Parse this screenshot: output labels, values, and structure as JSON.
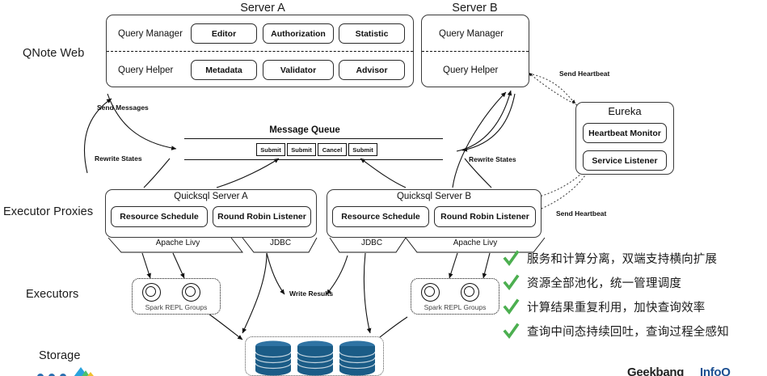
{
  "diagram": {
    "title": "QNote / Quicksql distributed query architecture",
    "layers": [
      {
        "id": "qnote-web",
        "label": "QNote Web"
      },
      {
        "id": "executor-proxies",
        "label": "Executor Proxies"
      },
      {
        "id": "executors",
        "label": "Executors"
      },
      {
        "id": "storage",
        "label": "Storage"
      }
    ],
    "web_servers": [
      {
        "id": "server-a",
        "title": "Server A",
        "rows": [
          {
            "label": "Query Manager",
            "modules": [
              "Editor",
              "Authorization",
              "Statistic"
            ]
          },
          {
            "label": "Query Helper",
            "modules": [
              "Metadata",
              "Validator",
              "Advisor"
            ]
          }
        ]
      },
      {
        "id": "server-b",
        "title": "Server B",
        "rows": [
          {
            "label": "Query Manager",
            "modules": []
          },
          {
            "label": "Query Helper",
            "modules": []
          }
        ]
      }
    ],
    "message_queue": {
      "title": "Message Queue",
      "chips": [
        "Submit",
        "Submit",
        "Cancel",
        "Submit"
      ]
    },
    "eureka": {
      "title": "Eureka",
      "modules": [
        "Heartbeat Monitor",
        "Service Listener"
      ]
    },
    "proxies": [
      {
        "id": "quicksql-server-a",
        "title": "Quicksql Server A",
        "modules": [
          "Resource Schedule",
          "Round Robin Listener"
        ],
        "connectors": [
          "Apache Livy",
          "JDBC"
        ]
      },
      {
        "id": "quicksql-server-b",
        "title": "Quicksql Server B",
        "modules": [
          "Resource Schedule",
          "Round Robin Listener"
        ],
        "connectors": [
          "JDBC",
          "Apache Livy"
        ]
      }
    ],
    "executor_groups": [
      {
        "id": "repl-left",
        "label": "Spark REPL Groups",
        "nodes": 2
      },
      {
        "id": "repl-right",
        "label": "Spark REPL Groups",
        "nodes": 2
      }
    ],
    "storage": {
      "databases": 3
    },
    "edge_labels": {
      "send_messages": "Send Messages",
      "rewrite_states_left": "Rewrite States",
      "rewrite_states_right": "Rewrite States",
      "send_heartbeat_top": "Send Heartbeat",
      "send_heartbeat_bottom": "Send Heartbeat",
      "write_results": "Write Results"
    },
    "bullets": [
      "服务和计算分离，双端支持横向扩展",
      "资源全部池化，统一管理调度",
      "计算结果重复利用，加快查询效率",
      "查询中间态持续回吐，查询过程全感知"
    ],
    "branding": {
      "geekbang": "Geekbang",
      "infoq": "InfoQ"
    },
    "colors": {
      "check_green": "#4caf50",
      "database_blue": "#1b5c87",
      "database_blue_light": "#2f73a3",
      "stroke": "#2b2b2b",
      "geekbang_dark": "#222222",
      "geekbang_orange": "#e8702a",
      "infoq_blue": "#1c4f91",
      "infoq_green": "#2f9e44"
    }
  }
}
